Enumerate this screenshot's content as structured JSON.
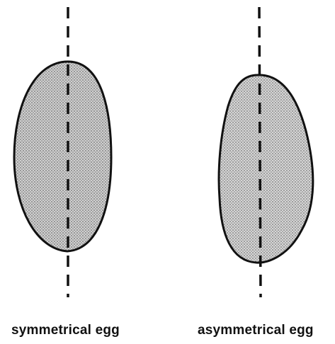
{
  "figure": {
    "eggs": [
      {
        "id": "symmetrical",
        "caption": "symmetrical egg",
        "fill": "#bdbdbd",
        "outline": "#111111",
        "axis_style": "dashed"
      },
      {
        "id": "asymmetrical",
        "caption": "asymmetrical egg",
        "fill": "#c4c4c4",
        "outline": "#111111",
        "axis_style": "dashed"
      }
    ]
  }
}
